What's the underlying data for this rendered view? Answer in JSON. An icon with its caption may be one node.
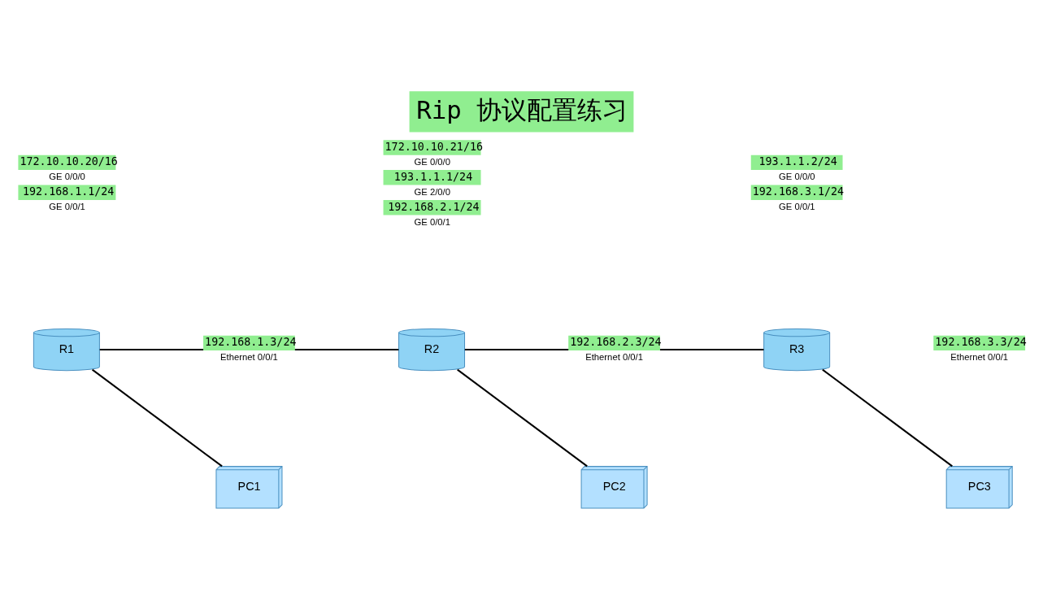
{
  "diagram": {
    "title": "Rip 协议配置练习",
    "nodes": [
      {
        "text": [
          "R1"
        ],
        "beside": [
          "172.10.10.20/16",
          "GE 0/0/0",
          "192.168.1.1/24",
          "GE 0/0/1"
        ]
      },
      {
        "text": [
          "R2"
        ],
        "beside": [
          "172.10.10.21/16",
          "GE 0/0/0",
          "193.1.1.1/24",
          "GE 2/0/0",
          "192.168.2.1/24",
          "GE 0/0/1"
        ]
      },
      {
        "text": [
          "R3"
        ],
        "beside": [
          "193.1.1.2/24",
          "GE 0/0/0",
          "192.168.3.1/24",
          "GE 0/0/1"
        ]
      },
      {
        "text": [
          "PC1"
        ],
        "beside": [
          "192.168.1.3/24",
          "Ethernet 0/0/1"
        ]
      },
      {
        "text": [
          "PC2"
        ],
        "beside": [
          "192.168.2.3/24",
          "Ethernet 0/0/1"
        ]
      },
      {
        "text": [
          "PC3"
        ],
        "beside": [
          "192.168.3.3/24",
          "Ethernet 0/0/1"
        ]
      }
    ],
    "edges": [
      {
        "from": 0,
        "to": 1,
        "arrow": "none"
      },
      {
        "from": 1,
        "to": 2,
        "arrow": "none"
      },
      {
        "from": 0,
        "to": 3,
        "arrow": "none"
      },
      {
        "from": 1,
        "to": 4,
        "arrow": "none"
      },
      {
        "from": 2,
        "to": 5,
        "arrow": "none"
      }
    ]
  }
}
